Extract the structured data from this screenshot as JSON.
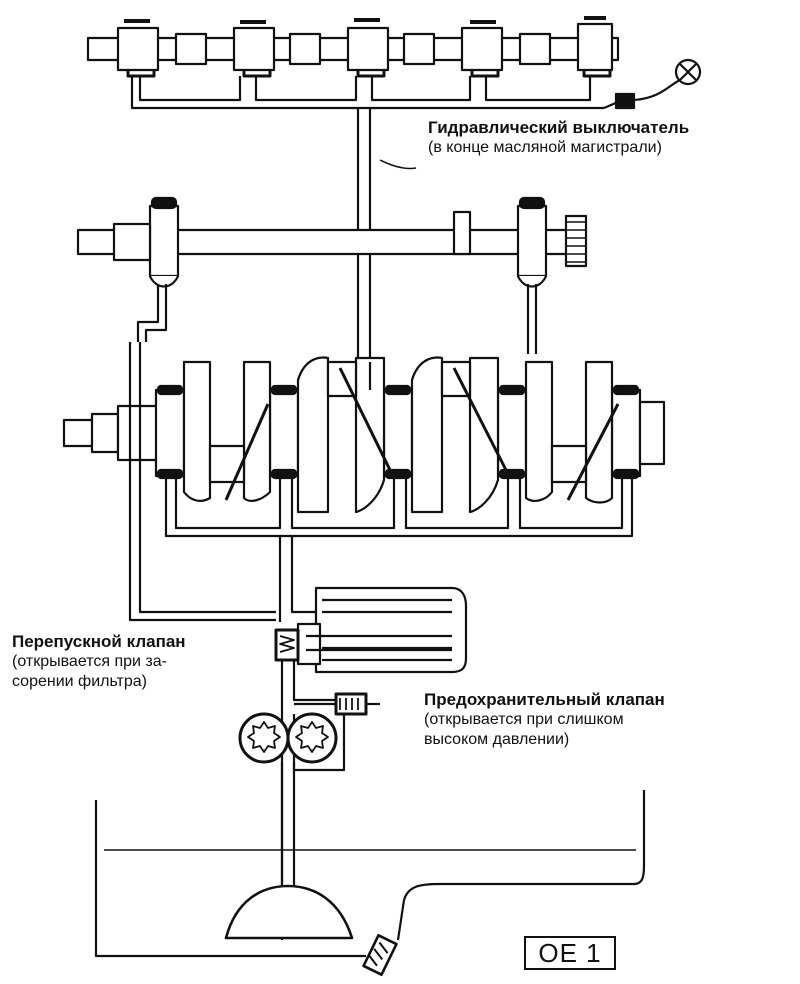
{
  "labels": {
    "hydraulic_switch": {
      "title": "Гидравлический выключатель",
      "subtitle": "(в конце масляной магистрали)"
    },
    "bypass_valve": {
      "title": "Перепускной клапан",
      "line1": "(открывается при за-",
      "line2": "сорении фильтра)"
    },
    "relief_valve": {
      "title": "Предохранительный клапан",
      "line1": "(открывается при слишком",
      "line2": "высоком давлении)"
    }
  },
  "figure_id": "OE 1",
  "colors": {
    "ink": "#111111",
    "paper": "#ffffff"
  }
}
